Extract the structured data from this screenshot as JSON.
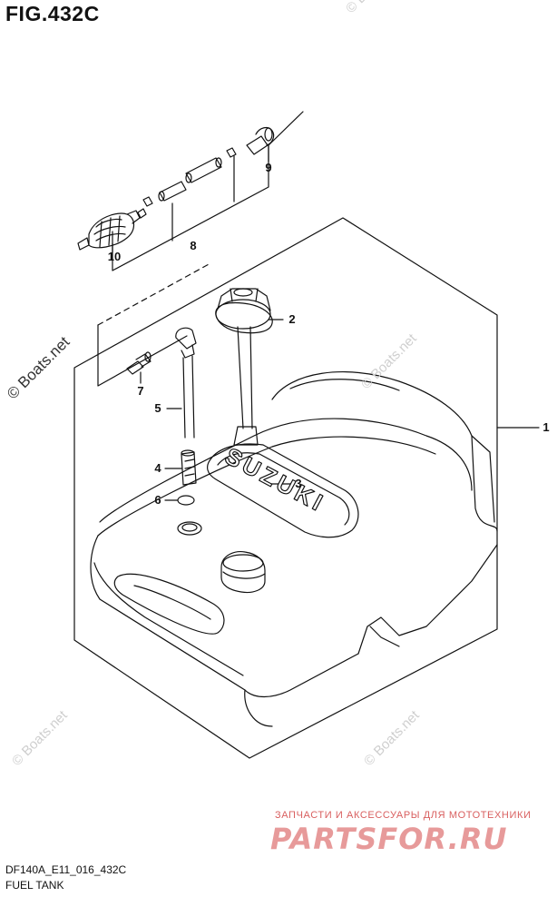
{
  "figure": {
    "title": "FIG.432C",
    "code": "DF140A_E11_016_432C",
    "caption": "FUEL TANK"
  },
  "callouts": [
    {
      "id": "1",
      "label": "1"
    },
    {
      "id": "2",
      "label": "2"
    },
    {
      "id": "3",
      "label": "3"
    },
    {
      "id": "4",
      "label": "4"
    },
    {
      "id": "5",
      "label": "5"
    },
    {
      "id": "6",
      "label": "6"
    },
    {
      "id": "7",
      "label": "7"
    },
    {
      "id": "8",
      "label": "8"
    },
    {
      "id": "9",
      "label": "9"
    },
    {
      "id": "10",
      "label": "10"
    }
  ],
  "tank_embossing": "SUZUKI",
  "watermarks": {
    "main": "© Boats.net",
    "faint": "© Boats.net"
  },
  "promo": {
    "tagline": "ЗАПЧАСТИ И АКСЕССУАРЫ ДЛЯ МОТОТЕХНИКИ",
    "logo": "PARTSFOR.RU"
  },
  "colors": {
    "line": "#111111",
    "watermark": "#cfcfcf",
    "promo": "#e79a9a"
  }
}
